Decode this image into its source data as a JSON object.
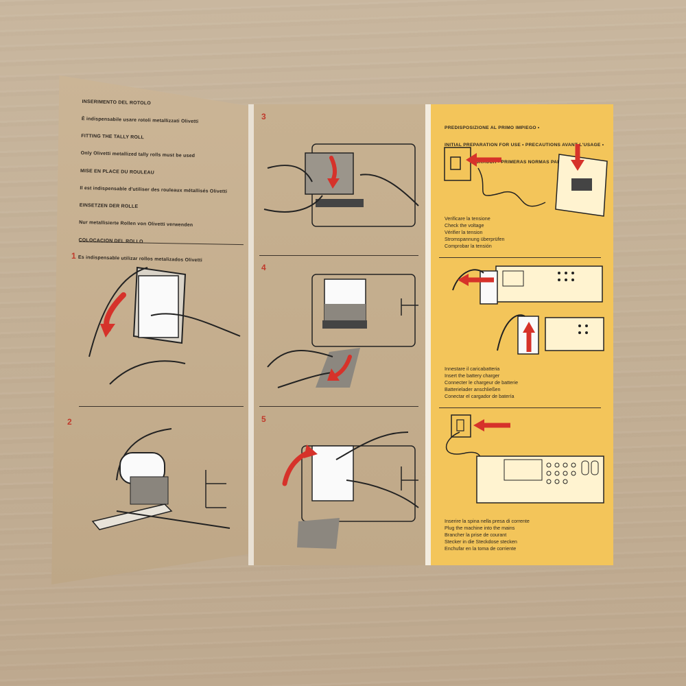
{
  "left_panel": {
    "heading_lines": [
      "INSERIMENTO DEL ROTOLO",
      "È indispensabile usare rotoli metallizzati Olivetti",
      "FITTING THE TALLY ROLL",
      "Only Olivetti metallized tally rolls must be used",
      "MISE EN PLACE DU ROULEAU",
      "Il est indispensable d'utiliser des rouleaux métallisés Olivetti",
      "EINSETZEN DER ROLLE",
      "Nur metallisierte Rollen von Olivetti verwenden",
      "COLOCACION DEL ROLLO",
      "Es indispensable utilizar rollos metalizados Olivetti"
    ],
    "step_1": "1",
    "step_2": "2"
  },
  "middle_panel": {
    "step_3": "3",
    "step_4": "4",
    "step_5": "5"
  },
  "right_panel": {
    "heading_lines": [
      "PREDISPOSIZIONE AL PRIMO IMPIEGO •",
      "INITIAL PREPARATION FOR USE • PRECAUTIONS AVANT L'USAGE •",
      "VOR DEM GEBRAUCH • PRIMERAS NORMAS PARA EL USO"
    ],
    "section_1": [
      "Verificare la tensione",
      "Check the voltage",
      "Vérifier la tension",
      "Stromspannung überprüfen",
      "Comprobar la tensión"
    ],
    "section_2": [
      "Innestare il caricabatteria",
      "Insert the battery charger",
      "Connecter le chargeur de batterie",
      "Batterielader anschließen",
      "Conectar el cargador de batería"
    ],
    "section_3": [
      "Inserire la spina nella presa di corrente",
      "Plug the machine into the mains",
      "Brancher la prise de courant",
      "Stecker in die Steckdose stecken",
      "Enchufar en la toma de corriente"
    ]
  },
  "colors": {
    "accent_red": "#d6322a",
    "yellow_panel": "#f3c55a",
    "tan_panel": "#c4ad8d"
  }
}
